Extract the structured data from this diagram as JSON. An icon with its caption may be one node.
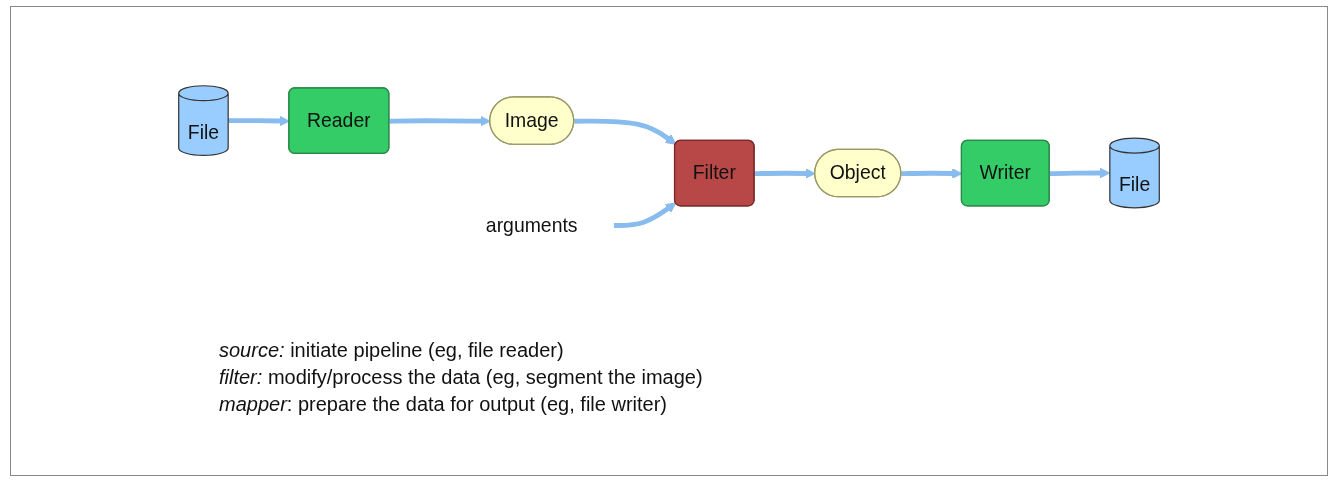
{
  "diagram": {
    "nodes": [
      {
        "text": [
          "Reader"
        ]
      },
      {
        "text": [
          "Image"
        ]
      },
      {
        "text": [
          "Filter"
        ]
      },
      {
        "text": [
          "Object"
        ]
      },
      {
        "text": [
          "File"
        ]
      },
      {
        "text": [
          "arguments"
        ]
      },
      {
        "text": [
          "Writer"
        ]
      },
      {
        "text": [
          "File"
        ]
      }
    ],
    "edges": [
      {
        "from": 0,
        "to": 1,
        "arrow": "to"
      },
      {
        "from": 1,
        "to": 2,
        "arrow": "to"
      },
      {
        "from": 2,
        "to": 3,
        "arrow": "to"
      },
      {
        "from": 4,
        "to": 0,
        "arrow": "to"
      },
      {
        "from": 5,
        "to": 2,
        "arrow": "to"
      },
      {
        "from": 3,
        "to": 6,
        "arrow": "to"
      },
      {
        "from": 6,
        "to": 7,
        "arrow": "to"
      }
    ],
    "labels": [
      "*source:* initiate pipeline (eg, file reader)",
      "*filter:* modify/process the data (eg, segment the image)",
      "*mapper*: prepare the data for output (eg, file writer)"
    ]
  }
}
